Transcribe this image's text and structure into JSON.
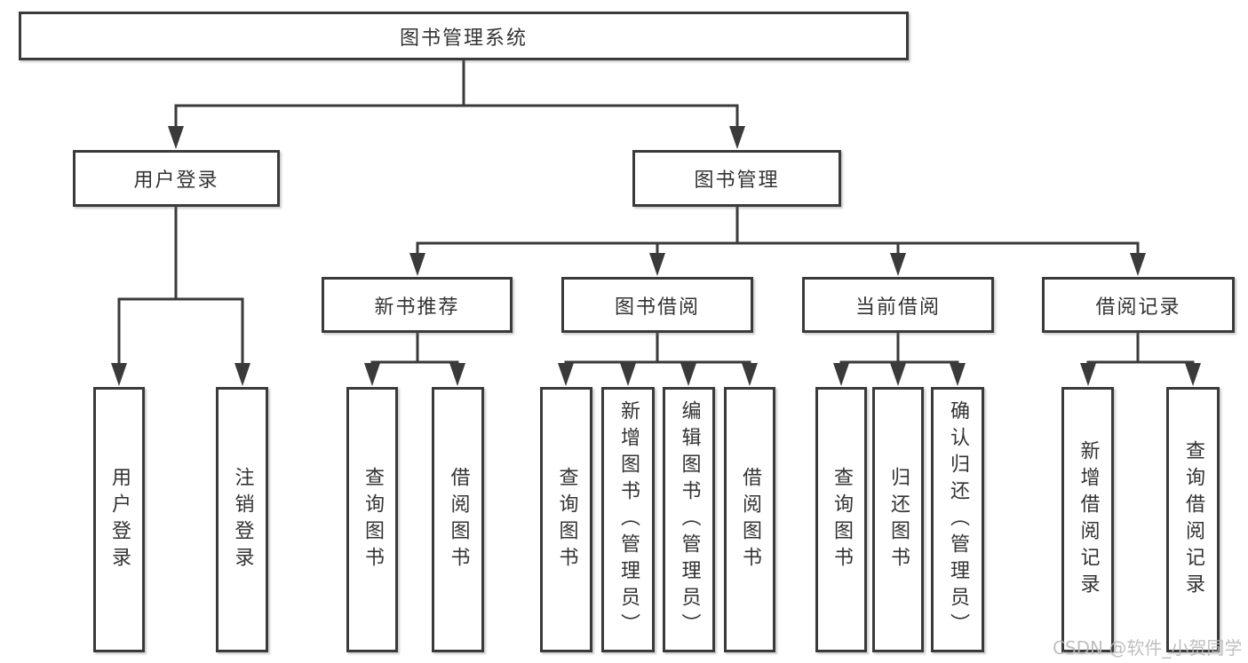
{
  "diagram": {
    "title": "图书管理系统",
    "watermark": "CSDN @软件_小贺同学",
    "colors": {
      "line": "#3a3a3a",
      "text": "#333333",
      "background": "#ffffff",
      "watermark": "#b9b9b9"
    },
    "nodes": {
      "root": "图书管理系统",
      "user_login": "用户登录",
      "book_mgmt": "图书管理",
      "new_book_rec": "新书推荐",
      "book_borrow": "图书借阅",
      "current_borrow": "当前借阅",
      "borrow_records": "借阅记录"
    },
    "leaves": {
      "user": [
        "用户登录",
        "注销登录"
      ],
      "new_book": [
        "查询图书",
        "借阅图书"
      ],
      "borrow": [
        "查询图书",
        "新增图书（管理员）",
        "编辑图书（管理员）",
        "借阅图书"
      ],
      "current": [
        "查询图书",
        "归还图书",
        "确认归还（管理员）"
      ],
      "records": [
        "新增借阅记录",
        "查询借阅记录"
      ]
    }
  }
}
